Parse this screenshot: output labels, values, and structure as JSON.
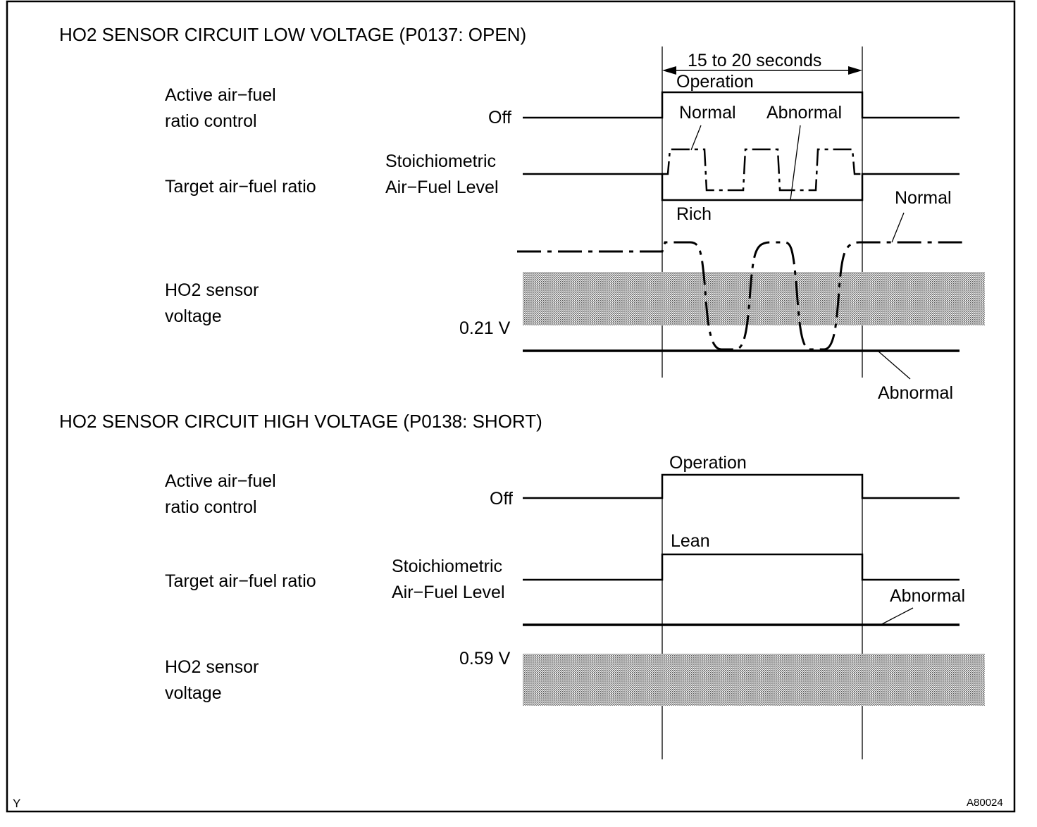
{
  "section_low": {
    "title": "HO2 SENSOR CIRCUIT LOW VOLTAGE (P0137: OPEN)",
    "active_control_label": [
      "Active air−fuel",
      "ratio control"
    ],
    "target_ratio_label": "Target air−fuel ratio",
    "sensor_voltage_label": [
      "HO2 sensor",
      "voltage"
    ],
    "off_label": "Off",
    "stoich_label": [
      "Stoichiometric",
      "Air−Fuel Level"
    ],
    "threshold_label": "0.21 V",
    "duration_label": "15 to 20 seconds",
    "operation_label": "Operation",
    "normal_label_ratio": "Normal",
    "abnormal_label_ratio": "Abnormal",
    "rich_label": "Rich",
    "normal_label_voltage": "Normal",
    "abnormal_label_voltage": "Abnormal"
  },
  "section_high": {
    "title": "HO2 SENSOR CIRCUIT HIGH VOLTAGE (P0138: SHORT)",
    "active_control_label": [
      "Active air−fuel",
      "ratio control"
    ],
    "target_ratio_label": "Target air−fuel ratio",
    "sensor_voltage_label": [
      "HO2 sensor",
      "voltage"
    ],
    "off_label": "Off",
    "stoich_label": [
      "Stoichiometric",
      "Air−Fuel Level"
    ],
    "threshold_label": "0.59 V",
    "operation_label": "Operation",
    "lean_label": "Lean",
    "abnormal_label_voltage": "Abnormal"
  },
  "footer": {
    "corner_left": "Y",
    "figure_id": "A80024"
  }
}
